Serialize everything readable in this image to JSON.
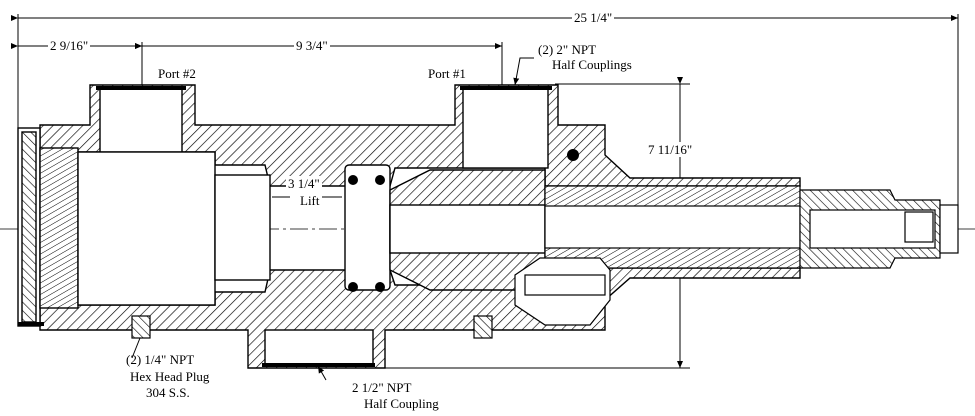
{
  "dimensions": {
    "overall_length": "25 1/4\"",
    "port2_offset": "2 9/16\"",
    "port_spacing": "9 3/4\"",
    "overall_height": "7 11/16\"",
    "lift": "3 1/4\"",
    "lift_label": "Lift"
  },
  "ports": {
    "port2": "Port #2",
    "port1": "Port #1"
  },
  "callouts": {
    "half_couplings_qty": "(2) 2\" NPT",
    "half_couplings_desc": "Half Couplings",
    "plug_qty": "(2) 1/4\" NPT",
    "plug_desc": "Hex Head Plug",
    "plug_material": "304 S.S.",
    "bottom_coupling_size": "2 1/2\" NPT",
    "bottom_coupling_desc": "Half Coupling"
  }
}
